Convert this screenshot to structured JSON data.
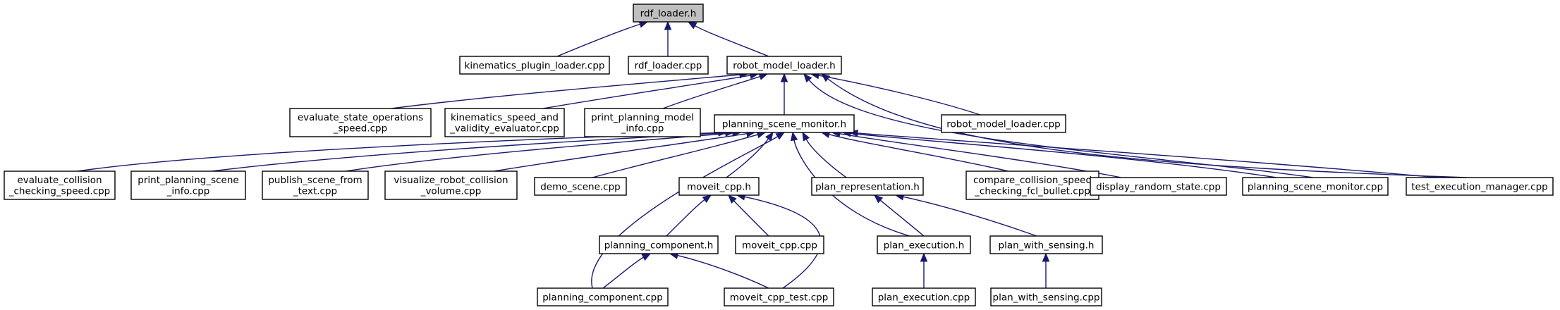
{
  "diagram": {
    "colors": {
      "edge": "#191970",
      "root_fill": "#bfbfbf",
      "node_fill": "#ffffff",
      "border": "#000000"
    },
    "nodes": [
      {
        "id": "rdf_loader_h",
        "lines": [
          "rdf_loader.h"
        ],
        "root": true
      },
      {
        "id": "kinematics_plugin_loader_cpp",
        "lines": [
          "kinematics_plugin_loader.cpp"
        ]
      },
      {
        "id": "rdf_loader_cpp",
        "lines": [
          "rdf_loader.cpp"
        ]
      },
      {
        "id": "robot_model_loader_h",
        "lines": [
          "robot_model_loader.h"
        ]
      },
      {
        "id": "evaluate_state_operations_speed_cpp",
        "lines": [
          "evaluate_state_operations",
          "_speed.cpp"
        ]
      },
      {
        "id": "kinematics_speed_and_validity_evaluator_cpp",
        "lines": [
          "kinematics_speed_and",
          "_validity_evaluator.cpp"
        ]
      },
      {
        "id": "print_planning_model_info_cpp",
        "lines": [
          "print_planning_model",
          "_info.cpp"
        ]
      },
      {
        "id": "planning_scene_monitor_h",
        "lines": [
          "planning_scene_monitor.h"
        ]
      },
      {
        "id": "robot_model_loader_cpp",
        "lines": [
          "robot_model_loader.cpp"
        ]
      },
      {
        "id": "evaluate_collision_checking_speed_cpp",
        "lines": [
          "evaluate_collision",
          "_checking_speed.cpp"
        ]
      },
      {
        "id": "print_planning_scene_info_cpp",
        "lines": [
          "print_planning_scene",
          "_info.cpp"
        ]
      },
      {
        "id": "publish_scene_from_text_cpp",
        "lines": [
          "publish_scene_from",
          "_text.cpp"
        ]
      },
      {
        "id": "visualize_robot_collision_volume_cpp",
        "lines": [
          "visualize_robot_collision",
          "_volume.cpp"
        ]
      },
      {
        "id": "demo_scene_cpp",
        "lines": [
          "demo_scene.cpp"
        ]
      },
      {
        "id": "moveit_cpp_h",
        "lines": [
          "moveit_cpp.h"
        ]
      },
      {
        "id": "plan_representation_h",
        "lines": [
          "plan_representation.h"
        ]
      },
      {
        "id": "compare_collision_speed_checking_fcl_bullet_cpp",
        "lines": [
          "compare_collision_speed",
          "_checking_fcl_bullet.cpp"
        ]
      },
      {
        "id": "display_random_state_cpp",
        "lines": [
          "display_random_state.cpp"
        ]
      },
      {
        "id": "planning_scene_monitor_cpp",
        "lines": [
          "planning_scene_monitor.cpp"
        ]
      },
      {
        "id": "test_execution_manager_cpp",
        "lines": [
          "test_execution_manager.cpp"
        ]
      },
      {
        "id": "planning_component_h",
        "lines": [
          "planning_component.h"
        ]
      },
      {
        "id": "moveit_cpp_cpp",
        "lines": [
          "moveit_cpp.cpp"
        ]
      },
      {
        "id": "plan_execution_h",
        "lines": [
          "plan_execution.h"
        ]
      },
      {
        "id": "plan_with_sensing_h",
        "lines": [
          "plan_with_sensing.h"
        ]
      },
      {
        "id": "planning_component_cpp",
        "lines": [
          "planning_component.cpp"
        ]
      },
      {
        "id": "moveit_cpp_test_cpp",
        "lines": [
          "moveit_cpp_test.cpp"
        ]
      },
      {
        "id": "plan_execution_cpp",
        "lines": [
          "plan_execution.cpp"
        ]
      },
      {
        "id": "plan_with_sensing_cpp",
        "lines": [
          "plan_with_sensing.cpp"
        ]
      }
    ],
    "edges": [
      {
        "from": "kinematics_plugin_loader_cpp",
        "to": "rdf_loader_h"
      },
      {
        "from": "rdf_loader_cpp",
        "to": "rdf_loader_h"
      },
      {
        "from": "robot_model_loader_h",
        "to": "rdf_loader_h"
      },
      {
        "from": "evaluate_state_operations_speed_cpp",
        "to": "robot_model_loader_h"
      },
      {
        "from": "kinematics_speed_and_validity_evaluator_cpp",
        "to": "robot_model_loader_h"
      },
      {
        "from": "print_planning_model_info_cpp",
        "to": "robot_model_loader_h"
      },
      {
        "from": "planning_scene_monitor_h",
        "to": "robot_model_loader_h"
      },
      {
        "from": "robot_model_loader_cpp",
        "to": "robot_model_loader_h"
      },
      {
        "from": "planning_scene_monitor_cpp",
        "to": "robot_model_loader_h"
      },
      {
        "from": "test_execution_manager_cpp",
        "to": "robot_model_loader_h"
      },
      {
        "from": "evaluate_collision_checking_speed_cpp",
        "to": "planning_scene_monitor_h"
      },
      {
        "from": "print_planning_scene_info_cpp",
        "to": "planning_scene_monitor_h"
      },
      {
        "from": "publish_scene_from_text_cpp",
        "to": "planning_scene_monitor_h"
      },
      {
        "from": "visualize_robot_collision_volume_cpp",
        "to": "planning_scene_monitor_h"
      },
      {
        "from": "demo_scene_cpp",
        "to": "planning_scene_monitor_h"
      },
      {
        "from": "moveit_cpp_h",
        "to": "planning_scene_monitor_h"
      },
      {
        "from": "planning_component_cpp",
        "to": "planning_scene_monitor_h"
      },
      {
        "from": "plan_representation_h",
        "to": "planning_scene_monitor_h"
      },
      {
        "from": "plan_execution_h",
        "to": "planning_scene_monitor_h"
      },
      {
        "from": "compare_collision_speed_checking_fcl_bullet_cpp",
        "to": "planning_scene_monitor_h"
      },
      {
        "from": "display_random_state_cpp",
        "to": "planning_scene_monitor_h"
      },
      {
        "from": "planning_scene_monitor_cpp",
        "to": "planning_scene_monitor_h"
      },
      {
        "from": "test_execution_manager_cpp",
        "to": "planning_scene_monitor_h"
      },
      {
        "from": "planning_component_h",
        "to": "moveit_cpp_h"
      },
      {
        "from": "moveit_cpp_cpp",
        "to": "moveit_cpp_h"
      },
      {
        "from": "moveit_cpp_test_cpp",
        "to": "moveit_cpp_h"
      },
      {
        "from": "planning_component_cpp",
        "to": "planning_component_h"
      },
      {
        "from": "moveit_cpp_test_cpp",
        "to": "planning_component_h"
      },
      {
        "from": "plan_execution_h",
        "to": "plan_representation_h"
      },
      {
        "from": "plan_with_sensing_h",
        "to": "plan_representation_h"
      },
      {
        "from": "plan_execution_cpp",
        "to": "plan_execution_h"
      },
      {
        "from": "plan_with_sensing_cpp",
        "to": "plan_with_sensing_h"
      }
    ]
  }
}
